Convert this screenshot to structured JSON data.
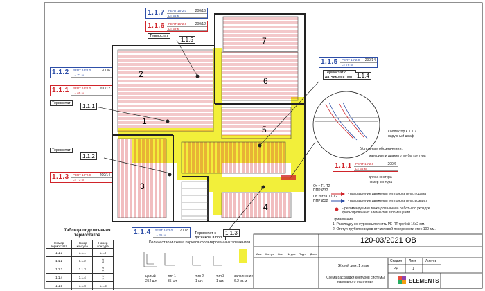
{
  "rooms": [
    "1",
    "2",
    "3",
    "4",
    "5",
    "6",
    "7"
  ],
  "circuits": [
    {
      "code": "1.1.7",
      "color": "blue",
      "pipe": "PERT 16*2.0",
      "valve": "200/16",
      "length": "L= 56 м"
    },
    {
      "code": "1.1.6",
      "color": "red",
      "pipe": "PERT 16*2.0",
      "valve": "200/12",
      "length": "L= 59 м"
    },
    {
      "code": "1.1.2",
      "color": "blue",
      "pipe": "PERT 16*2.0",
      "valve": "200/6",
      "length": "L= 71 м"
    },
    {
      "code": "1.1.1",
      "color": "red",
      "pipe": "PERT 16*2.0",
      "valve": "200/12",
      "length": "L= 65 м"
    },
    {
      "code": "1.1.3",
      "color": "red",
      "pipe": "PERT 16*2.0",
      "valve": "200/14",
      "length": "L= 73 м"
    },
    {
      "code": "1.1.4",
      "color": "blue",
      "pipe": "PERT 16*2.0",
      "valve": "200/8",
      "length": "L= 35 м"
    },
    {
      "code": "1.1.5",
      "color": "blue",
      "pipe": "PERT 16*2.0",
      "valve": "200/14",
      "length": "L= 76 м"
    }
  ],
  "thermostats": [
    {
      "label": "Термостат",
      "code": "1.1.5"
    },
    {
      "label": "Термостат",
      "code": "1.1.1"
    },
    {
      "label": "Термостат",
      "code": "1.1.2"
    },
    {
      "label": "Термостат с датчиком в пол",
      "code": "1.1.4"
    },
    {
      "label": "Термостат с датчиком в пол",
      "code": "1.1.3"
    }
  ],
  "manifold": {
    "label": "Коллектор К 1.1.7",
    "sublabel": "наружный шкаф"
  },
  "legend": {
    "title": "Условные обозначения:",
    "caption1": "материал и диаметр трубы контура",
    "caption2": "длина контура",
    "caption3": "номер контура",
    "sample_code": "1.1.1",
    "sample_pipe": "PERT 16*2.0",
    "sample_valve": "200/6",
    "sample_length": "L= 65 м",
    "supply": "- направление движения теплоносителя, подача",
    "return": "- направление движения теплоносителя, возврат",
    "dot_note": "- рекомендуемая точка для начала работы по укладке фольгированных элементов в помещении",
    "notes_title": "Примечания:",
    "note1": "1. Раскладку контуров выполнить PE-RT трубой  16x2 мм.",
    "note2": "2. Отступ трубопроводов от чистовой поверхности стен 100 мм."
  },
  "pipe_labels": [
    {
      "line1": "От т Т1-Т2",
      "line2": "ППР Ø32"
    },
    {
      "line1": "От котла Т1-Т2",
      "line2": "ППР Ø32"
    }
  ],
  "conn_table": {
    "title": "Таблица подключения термостатов",
    "headers": [
      "Номер термостата",
      "Номер контура",
      "Номер контура"
    ],
    "rows": [
      [
        "1.1.1",
        "1.1.1",
        "1.1.7"
      ],
      [
        "1.1.2",
        "1.1.2",
        ""
      ],
      [
        "1.1.3",
        "1.1.3",
        ""
      ],
      [
        "1.1.4",
        "1.1.4",
        ""
      ],
      [
        "1.1.5",
        "1.1.5",
        "1.1.6"
      ]
    ]
  },
  "elements": {
    "title": "Количество и схема каркаса фольгированных элементов",
    "items": [
      {
        "name": "целый",
        "qty": "254 шт."
      },
      {
        "name": "тип 1",
        "qty": "35 шт."
      },
      {
        "name": "тип 2",
        "qty": "1 шт."
      },
      {
        "name": "тип 3",
        "qty": "1 шт."
      },
      {
        "name": "заполнение",
        "qty": "6.2 кв.м."
      }
    ]
  },
  "stamp": {
    "doc_no": "120-03/2021 ОВ",
    "cols": [
      "Изм.",
      "Кол.уч.",
      "Лист",
      "№ док.",
      "Подп.",
      "Дата"
    ],
    "object": "Жилой дом. 1 этаж",
    "sheet_title": "Схема раскладки контуров системы напольного отопления",
    "stage_h": "Стадия",
    "sheet_h": "Лист",
    "sheets_h": "Листов",
    "stage": "РР",
    "sheet": "1",
    "sheets": "",
    "brand": "ELEMENTS"
  },
  "colors": {
    "supply": "#d0242a",
    "return": "#2e4fa8",
    "foil": "#f2ef3a",
    "wall": "#222222"
  }
}
